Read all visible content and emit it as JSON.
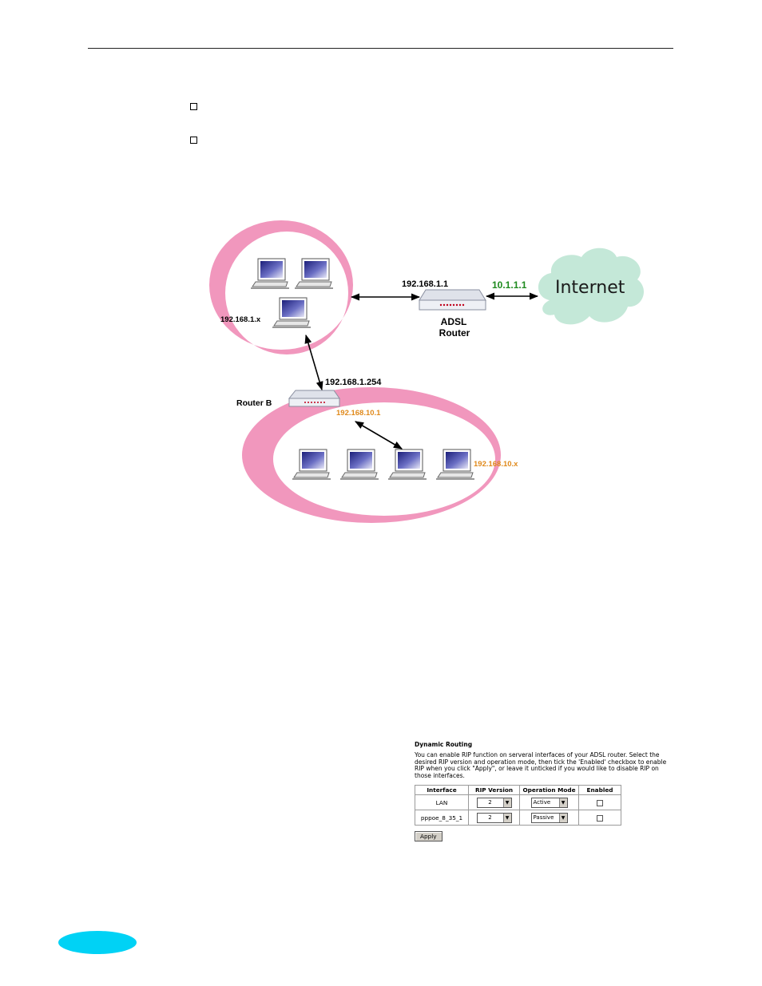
{
  "diagram": {
    "lan1_label": "192.168.1.x",
    "adsl_lan_ip": "192.168.1.1",
    "adsl_wan_ip": "10.1.1.1",
    "internet_label": "Internet",
    "adsl_router_line1": "ADSL",
    "adsl_router_line2": "Router",
    "router_b_wan_ip": "192.168.1.254",
    "router_b_label": "Router B",
    "router_b_lan_ip": "192.168.10.1",
    "lan2_label": "192.168.10.x",
    "colors": {
      "ring_pink": "#f197bd",
      "cloud": "#c4e8d8",
      "wan_ip_green": "#1e8a1e",
      "lan2_orange": "#e08a1c",
      "page_oval": "#00d2f5"
    }
  },
  "routing_panel": {
    "title": "Dynamic Routing",
    "description": "You can enable RIP function on serveral interfaces of your ADSL router. Select the desired RIP version and operation mode, then tick the 'Enabled' checkbox to enable RIP when you click \"Apply\", or leave it unticked if you would like to disable RIP on those interfaces.",
    "headers": {
      "interface": "Interface",
      "rip_version": "RIP Version",
      "operation_mode": "Operation Mode",
      "enabled": "Enabled"
    },
    "rows": [
      {
        "interface": "LAN",
        "rip_version": "2",
        "operation_mode": "Active",
        "enabled": false
      },
      {
        "interface": "pppoe_8_35_1",
        "rip_version": "2",
        "operation_mode": "Passive",
        "enabled": false
      }
    ],
    "apply_label": "Apply"
  }
}
